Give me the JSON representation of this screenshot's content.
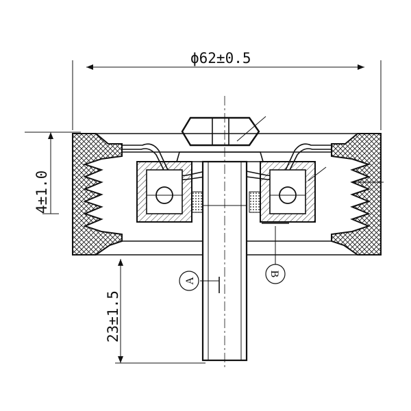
{
  "dimensions": {
    "diameter": "ϕ62±0.5",
    "flange_offset": "4±1.0",
    "shaft_length": "23±1.5"
  },
  "callouts": {
    "a": "A",
    "b": "B"
  },
  "colors": {
    "line": "#111111",
    "hatch": "#111111",
    "background": "#ffffff"
  }
}
